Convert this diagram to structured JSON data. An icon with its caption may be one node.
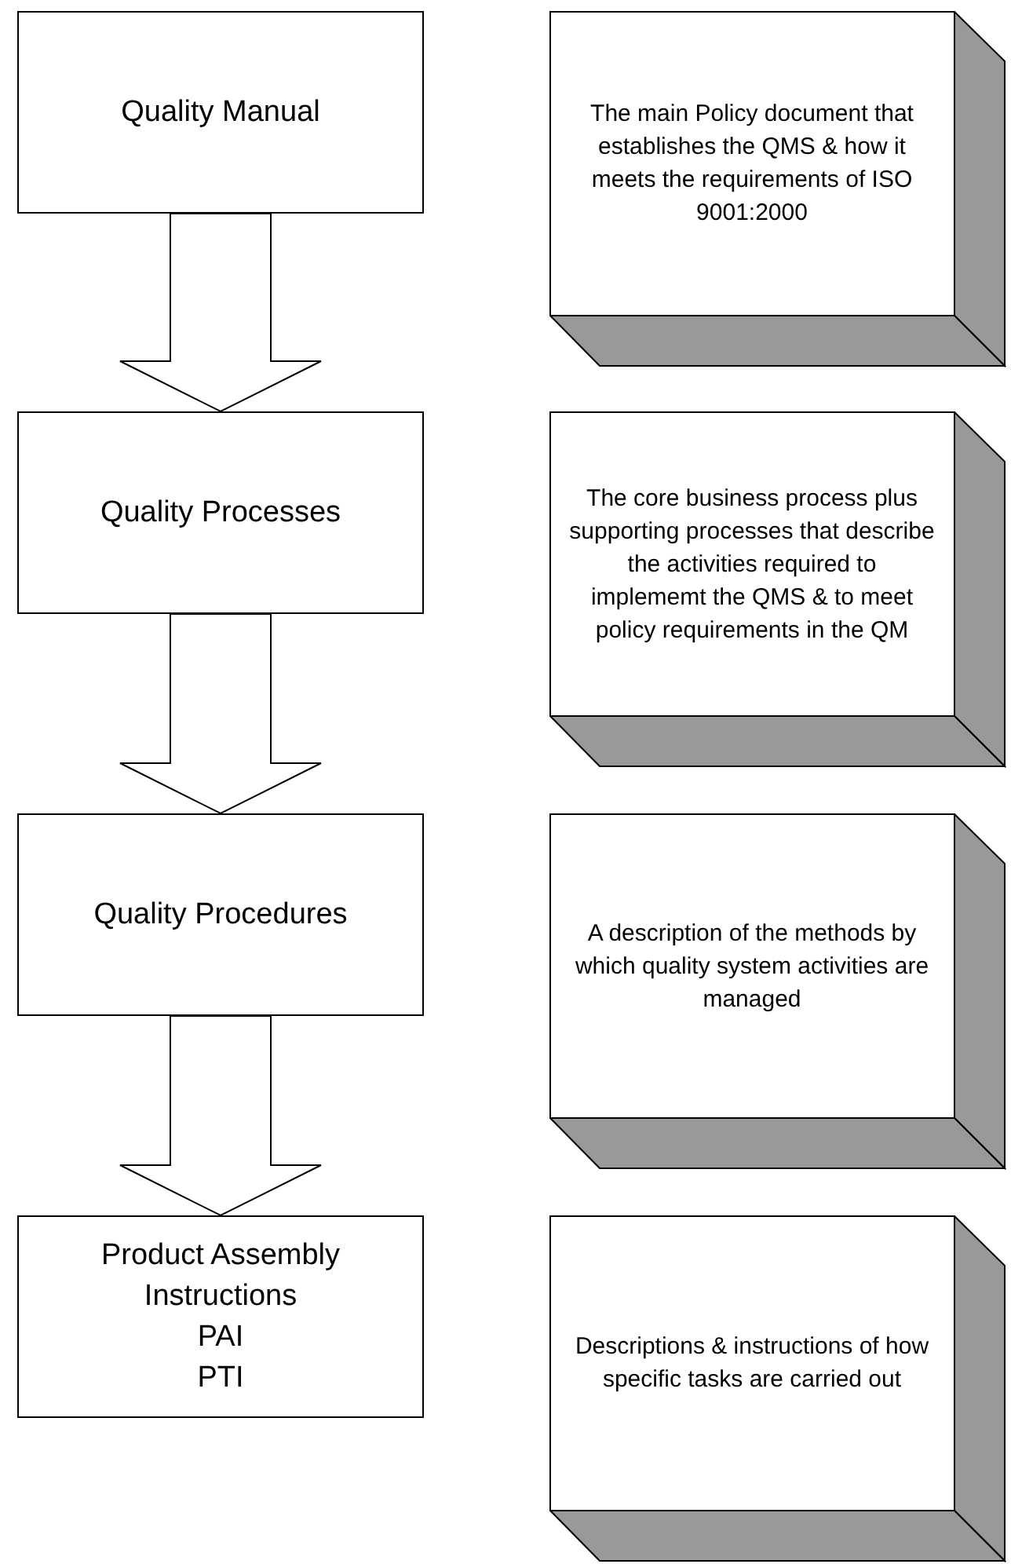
{
  "diagram": {
    "nodes": [
      {
        "text": [
          "Quality Manual"
        ]
      },
      {
        "text": [
          "The main Policy document that establishes the QMS & how it meets the requirements of ISO 9001:2000"
        ]
      },
      {
        "text": [
          "Quality Processes"
        ]
      },
      {
        "text": [
          "The core business process plus supporting processes that describe the activities required to implememt the QMS & to meet policy requirements in the QM"
        ]
      },
      {
        "text": [
          "Quality Procedures"
        ]
      },
      {
        "text": [
          "A description of the methods by which quality system activities are managed"
        ]
      },
      {
        "text": [
          "Product Assembly Instructions",
          "PAI",
          "PTI"
        ]
      },
      {
        "text": [
          "Descriptions & instructions of how specific tasks are carried out"
        ]
      }
    ],
    "edges": [
      {
        "from": 0,
        "to": 2,
        "arrow": "to"
      },
      {
        "from": 2,
        "to": 4,
        "arrow": "to"
      },
      {
        "from": 4,
        "to": 6,
        "arrow": "to"
      }
    ]
  }
}
